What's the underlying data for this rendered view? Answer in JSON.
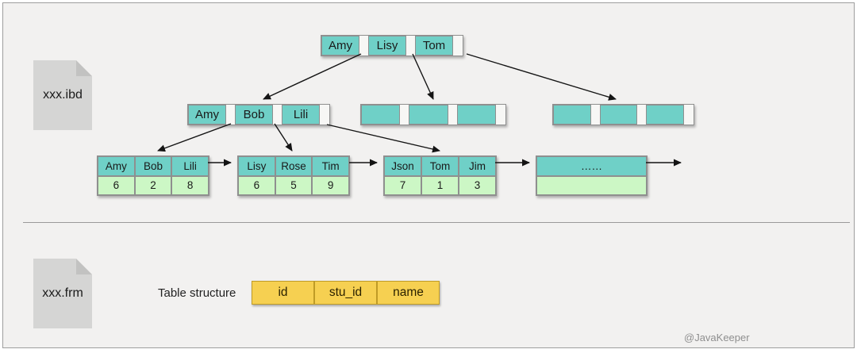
{
  "files": {
    "ibd_label": "xxx.ibd",
    "frm_label": "xxx.frm"
  },
  "tree": {
    "root": {
      "keys": [
        "Amy",
        "Lisy",
        "Tom"
      ]
    },
    "internal": [
      {
        "keys": [
          "Amy",
          "Bob",
          "Lili"
        ]
      },
      {
        "keys": [
          "",
          "",
          ""
        ]
      },
      {
        "keys": [
          "",
          "",
          ""
        ]
      }
    ],
    "leaves": [
      {
        "keys": [
          "Amy",
          "Bob",
          "Lili"
        ],
        "values": [
          "6",
          "2",
          "8"
        ]
      },
      {
        "keys": [
          "Lisy",
          "Rose",
          "Tim"
        ],
        "values": [
          "6",
          "5",
          "9"
        ]
      },
      {
        "keys": [
          "Json",
          "Tom",
          "Jim"
        ],
        "values": [
          "7",
          "1",
          "3"
        ]
      },
      {
        "keys": [
          "……"
        ],
        "values": [
          ""
        ]
      }
    ]
  },
  "table_structure": {
    "label": "Table structure",
    "columns": [
      "id",
      "stu_id",
      "name"
    ]
  },
  "watermark": "@JavaKeeper",
  "colors": {
    "canvas_bg": "#f2f1f0",
    "key_cell": "#6fd0c7",
    "value_cell": "#ccf7c5",
    "column_cell": "#f6d051",
    "column_border": "#bf9b26",
    "file_icon": "#d5d5d4"
  }
}
